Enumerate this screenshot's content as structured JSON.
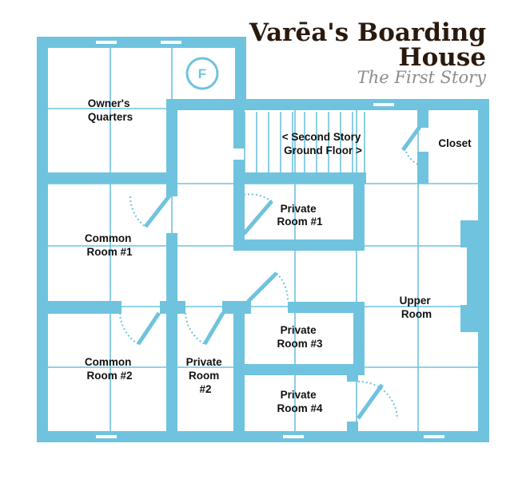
{
  "title": {
    "line1": "Varēa's Boarding",
    "line2": "House",
    "subtitle": "The First Story"
  },
  "symbols": {
    "fireplace": "F"
  },
  "rooms": {
    "owners_quarters": [
      "Owner's",
      "Quarters"
    ],
    "stairs": [
      "< Second Story",
      "Ground Floor >"
    ],
    "closet": [
      "Closet"
    ],
    "private_room_1": [
      "Private",
      "Room #1"
    ],
    "common_room_1": [
      "Common",
      "Room #1"
    ],
    "upper_room": [
      "Upper",
      "Room"
    ],
    "private_room_3": [
      "Private",
      "Room #3"
    ],
    "common_room_2": [
      "Common",
      "Room #2"
    ],
    "private_room_2": [
      "Private",
      "Room",
      "#2"
    ],
    "private_room_4": [
      "Private",
      "Room #4"
    ]
  },
  "colors": {
    "wall": "#6fc3de",
    "grid": "#6fc3de",
    "window": "#ffffff",
    "title": "#2a1a0e",
    "subtitle": "#8c8c8c",
    "label": "#111111"
  }
}
